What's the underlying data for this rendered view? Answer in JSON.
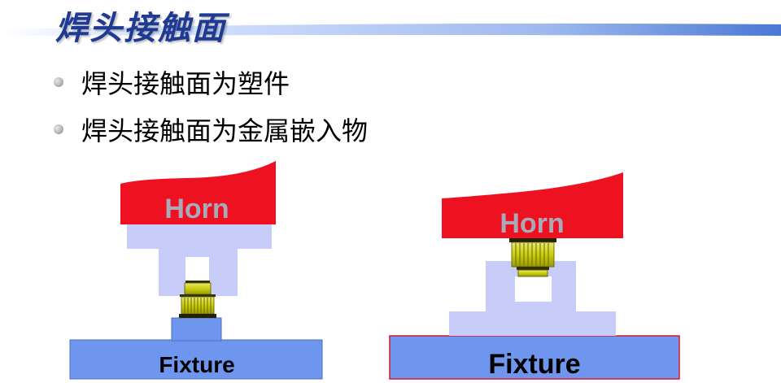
{
  "page": {
    "title": "焊头接触面"
  },
  "bullets": [
    {
      "text": "焊头接触面为塑件"
    },
    {
      "text": "焊头接触面为金属嵌入物"
    }
  ],
  "diagrams": [
    {
      "horn_label": "Horn",
      "fixture_label": "Fixture"
    },
    {
      "horn_label": "Horn",
      "fixture_label": "Fixture"
    }
  ],
  "colors": {
    "horn": "#ee1122",
    "horn_label": "#a9a9b8",
    "plastic_part": "#c8ccf8",
    "fixture": "#6f96ee",
    "metal_insert": "#cccc10",
    "title_text": "#1f3a93",
    "title_bar_light": "#dde8ff",
    "title_bar_dark": "#4a78d6"
  }
}
